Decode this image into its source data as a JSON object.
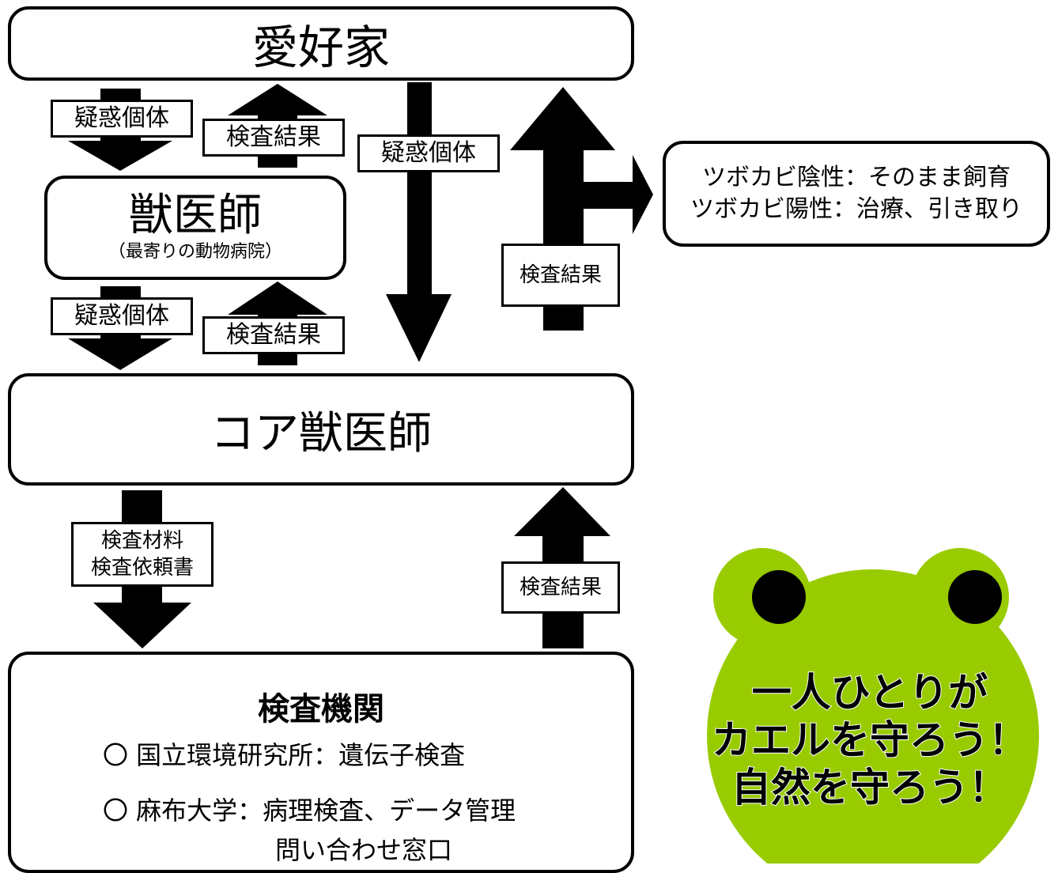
{
  "nodes": {
    "hobbyist": "愛好家",
    "vet": "獣医師",
    "vet_sub": "（最寄りの動物病院）",
    "core_vet": "コア獣医師",
    "lab_title": "検査機関",
    "lab_item1": "〇 国立環境研究所：遺伝子検査",
    "lab_item2": "〇 麻布大学：病理検査、データ管理",
    "lab_item2_cont": "問い合わせ窓口"
  },
  "labels": {
    "suspect_1": "疑惑個体",
    "result_1": "検査結果",
    "suspect_direct": "疑惑個体",
    "suspect_2": "疑惑個体",
    "result_2": "検査結果",
    "result_core_up": "検査結果",
    "material_line1": "検査材料",
    "material_line2": "検査依頼書",
    "result_lab": "検査結果"
  },
  "outcome": {
    "negative": "ツボカビ陰性：そのまま飼育",
    "positive": "ツボカビ陽性：治療、引き取り"
  },
  "frog": {
    "line1": "一人ひとりが",
    "line2": "カエルを守ろう！",
    "line3": "自然を守ろう！",
    "color": "#99cc00"
  }
}
